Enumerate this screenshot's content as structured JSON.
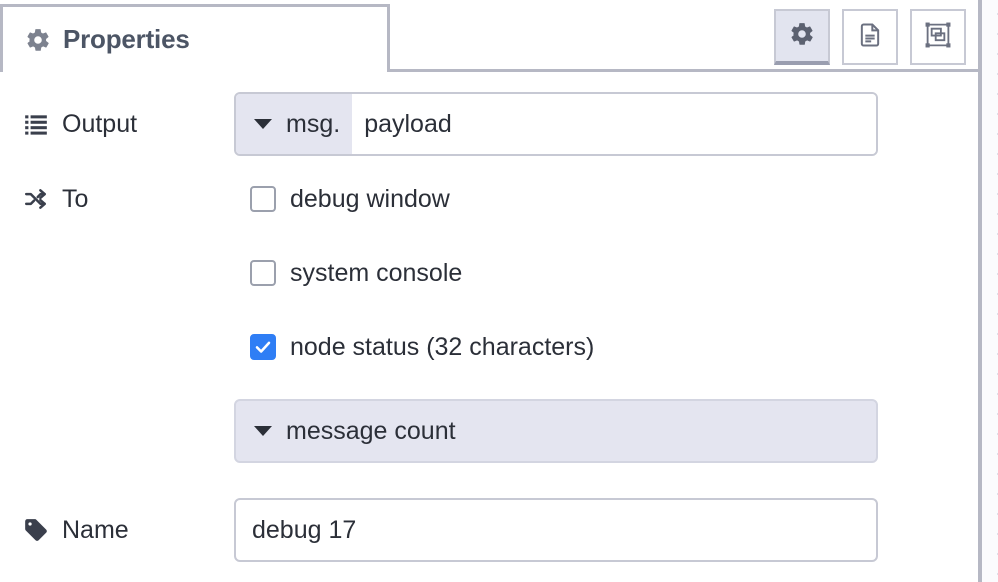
{
  "panel": {
    "tab": {
      "label": "Properties",
      "icon": "gear-icon"
    },
    "toolbar": [
      {
        "name": "properties-button",
        "icon": "gear-icon",
        "active": true
      },
      {
        "name": "description-button",
        "icon": "document-icon",
        "active": false
      },
      {
        "name": "appearance-button",
        "icon": "appearance-icon",
        "active": false
      }
    ]
  },
  "form": {
    "output": {
      "label": "Output",
      "icon": "list-icon",
      "type_prefix": "msg.",
      "value": "payload",
      "prefix_icon": "chevron-down-icon"
    },
    "to": {
      "label": "To",
      "icon": "shuffle-icon",
      "options": [
        {
          "label": "debug window",
          "checked": false
        },
        {
          "label": "system console",
          "checked": false
        },
        {
          "label": "node status (32 characters)",
          "checked": true
        }
      ],
      "status_type": {
        "value": "message count",
        "icon": "chevron-down-icon"
      }
    },
    "name": {
      "label": "Name",
      "icon": "tag-icon",
      "value": "debug 17"
    }
  },
  "colors": {
    "accent_checked": "#2f7ef5",
    "field_prefix_bg": "#e4e5f0",
    "border": "#c7c9d4",
    "tab_border": "#b6b8c4",
    "text": "#2b2f38",
    "tab_text": "#4c5565"
  }
}
